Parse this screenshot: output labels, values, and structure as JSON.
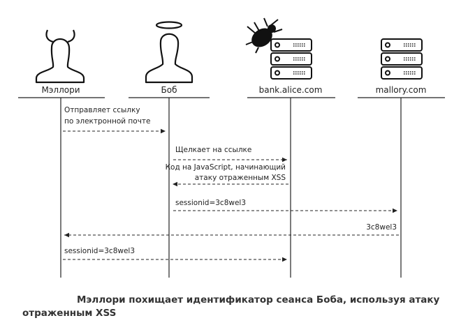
{
  "actors": [
    {
      "id": "mallory",
      "label": "Мэллори",
      "icon": "devil-person-icon"
    },
    {
      "id": "bob",
      "label": "Боб",
      "icon": "angel-person-icon"
    },
    {
      "id": "bank",
      "label": "bank.alice.com",
      "icon": "server-with-bug-icon"
    },
    {
      "id": "mallory_server",
      "label": "mallory.com",
      "icon": "server-icon"
    }
  ],
  "messages": [
    {
      "from": "mallory",
      "to": "bob",
      "lines": [
        "Отправляет ссылку",
        "по электронной почте"
      ],
      "align": "left"
    },
    {
      "from": "bob",
      "to": "bank",
      "lines": [
        "Щелкает на ссылке"
      ],
      "align": "left"
    },
    {
      "from": "bank",
      "to": "bob",
      "lines": [
        "Код на JavaScript, начинающий",
        "атаку отраженным XSS"
      ],
      "align": "right"
    },
    {
      "from": "bob",
      "to": "mallory_server",
      "lines": [
        "sessionid=3c8wel3"
      ],
      "align": "left"
    },
    {
      "from": "mallory_server",
      "to": "mallory",
      "lines": [
        "3c8wel3"
      ],
      "align": "right"
    },
    {
      "from": "mallory",
      "to": "bank",
      "lines": [
        "sessionid=3c8wel3"
      ],
      "align": "left"
    }
  ],
  "caption": {
    "line1": "Мэллори похищает идентификатор сеанса Боба, используя атаку",
    "line2": "отраженным XSS"
  }
}
